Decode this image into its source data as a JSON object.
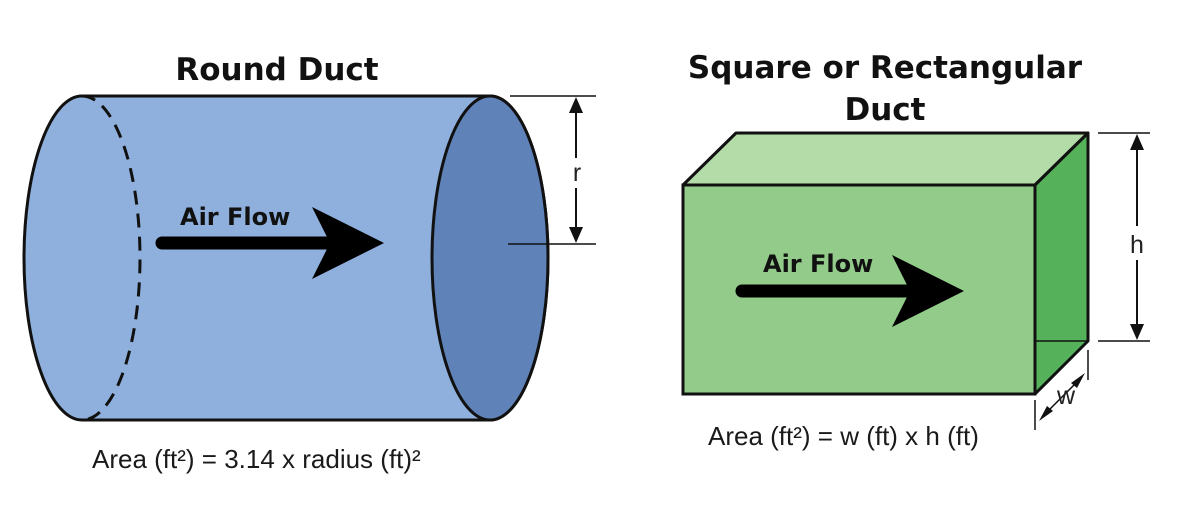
{
  "round_duct": {
    "title": "Round Duct",
    "flow_label": "Air Flow",
    "dimension_label": "r",
    "formula": "Area (ft²) = 3.14 x radius (ft)²",
    "colors": {
      "body": "#8fb0dc",
      "end_face": "#5f82b8",
      "stroke": "#111111"
    }
  },
  "rect_duct": {
    "title_line1": "Square or Rectangular",
    "title_line2": "Duct",
    "flow_label": "Air Flow",
    "height_label": "h",
    "width_label": "w",
    "formula": "Area (ft²) = w (ft) x h (ft)",
    "colors": {
      "front": "#92cb8a",
      "top": "#b3dca8",
      "side": "#55b25a",
      "stroke": "#111111"
    }
  }
}
